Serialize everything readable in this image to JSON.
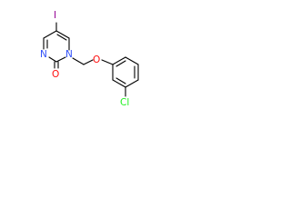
{
  "molecule": {
    "atoms": {
      "iodine": "I",
      "n_ring_upper": "N",
      "n_ring_lower": "N",
      "carbonyl_oxygen": "O",
      "ether_oxygen": "O",
      "chlorine": "Cl"
    },
    "colors": {
      "iodine": "#940094",
      "nitrogen": "#3050f8",
      "oxygen": "#ff0d0d",
      "chlorine": "#1ff01f",
      "bond": "#000000"
    }
  }
}
